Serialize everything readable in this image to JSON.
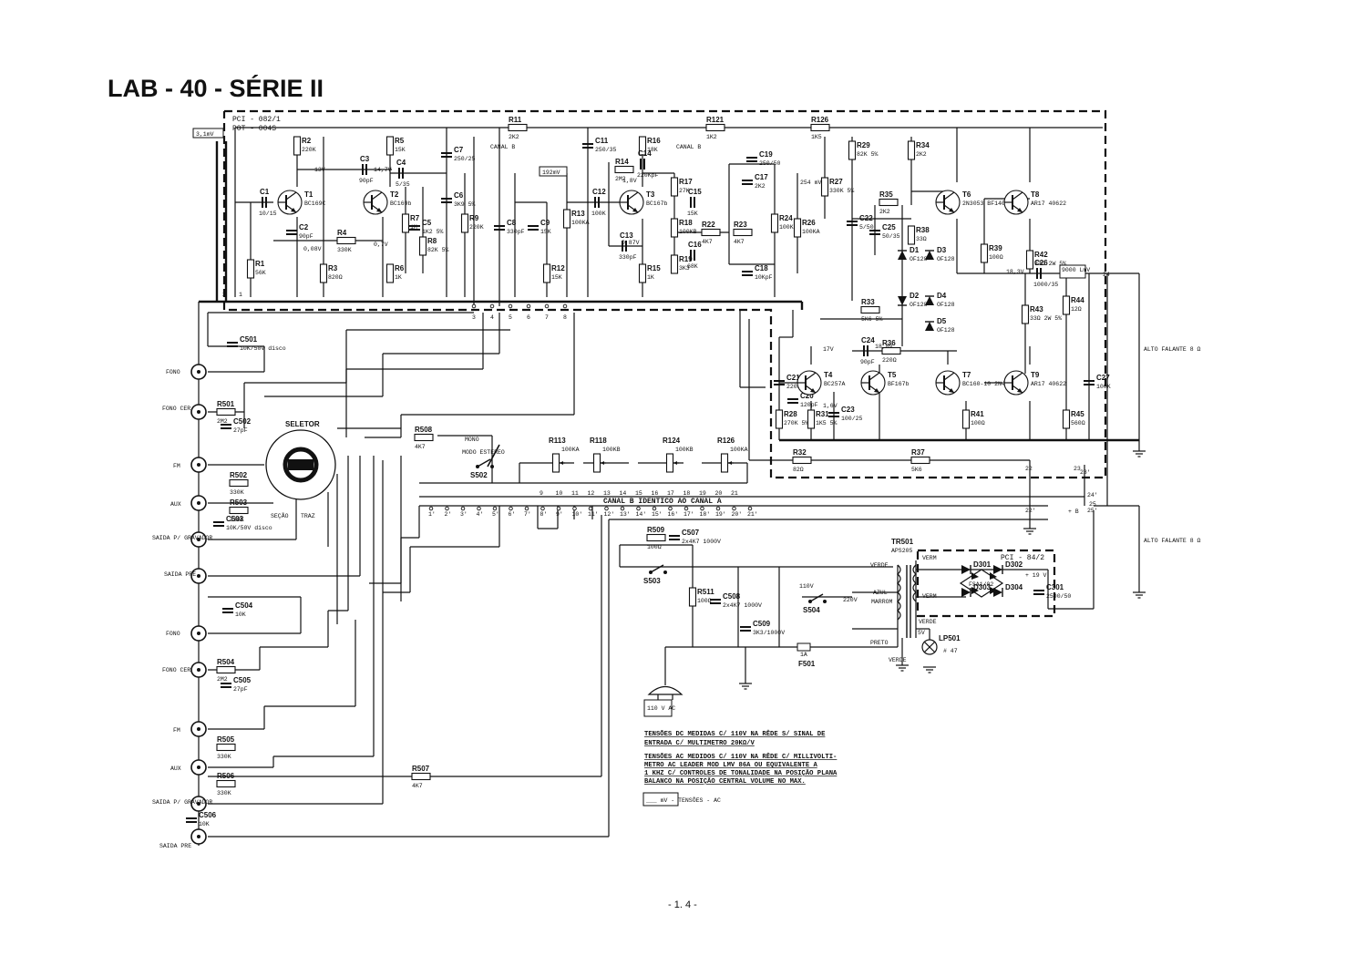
{
  "title": "LAB - 40 - SÉRIE II",
  "page_number": "- 1. 4 -",
  "boards": {
    "main": "PCI - 082/1",
    "pot": "POT - 004S",
    "psu": "PCI - 84/2"
  },
  "labels": {
    "input_level": "3,1mV",
    "level_pot": "192mV",
    "level_vol": "254 mV",
    "level_out": "9000 LmV",
    "channel_b_1": "CANAL B",
    "channel_b_2": "CANAL B",
    "channel_b_identical": "CANAL  B  IDENTICO  AO  CANAL  A",
    "selector": "SELETOR",
    "section": "SEÇÃO",
    "rear": "TRAZ",
    "mono": "MONO",
    "mode_stereo": "MODO ESTEREO",
    "speaker_1": "ALTO FALANTE 8 Ω",
    "speaker_2": "ALTO FALANTE 8 Ω",
    "mains": "110 V AC",
    "volt_110": "110V",
    "volt_220": "220V",
    "azul": "AZUL",
    "marrom": "MARROM",
    "preto": "PRETO",
    "verde_1": "VERDE",
    "verde_2": "VERDE",
    "verde_3": "VERDE",
    "verm_1": "VERM",
    "verm_2": "VERM",
    "plus_19v": "+ 19 V",
    "lamp_v": "5V",
    "lamp_no": "# 47"
  },
  "inputs_a": [
    "FONO",
    "FONO CER",
    "FM",
    "AUX",
    "SAIDA P/ GRAVADOR",
    "SAIDA PRE"
  ],
  "inputs_b": [
    "FONO",
    "FONO CER",
    "FM",
    "AUX",
    "SAIDA P/ GRAVADOR",
    "SAIDA PRE"
  ],
  "notes": {
    "dc": "TENSÕES  DC  MEDIDAS  C/ 110V  NA  RÊDE  S/ SINAL  DE ENTRADA  C/ MULTIMETRO  20KΩ/V",
    "ac": "TENSÕES  AC  MEDIDOS  C/ 110V  NA  RÊDE  C/ MILLIVOLTI- METRO  AC  LEADER  MOD  LMV 86A  OU  EQUIVALENTE  A 1 KHZ  C/ CONTROLES  DE  TONALIDADE  NA  POSIÇÃO  PLANA BALANCO  NA  POSIÇÃO  CENTRAL  VOLUME  NO  MAX.",
    "legend": "___ mV - TENSÕES - AC"
  },
  "transistors": [
    {
      "ref": "T1",
      "type": "BC169C"
    },
    {
      "ref": "T2",
      "type": "BC169b"
    },
    {
      "ref": "T3",
      "type": "BC167b"
    },
    {
      "ref": "T4",
      "type": "BC257A"
    },
    {
      "ref": "T5",
      "type": "BF167b"
    },
    {
      "ref": "T6",
      "type": "2N3053 BF140-10"
    },
    {
      "ref": "T7",
      "type": "BC160-10 2N4037"
    },
    {
      "ref": "T8",
      "type": "AR17 40622"
    },
    {
      "ref": "T9",
      "type": "AR17 40622"
    }
  ],
  "resistors": [
    {
      "ref": "R1",
      "value": "56K"
    },
    {
      "ref": "R2",
      "value": "220K"
    },
    {
      "ref": "R3",
      "value": "820Ω"
    },
    {
      "ref": "R4",
      "value": "330K"
    },
    {
      "ref": "R5",
      "value": "15K"
    },
    {
      "ref": "R6",
      "value": "1K"
    },
    {
      "ref": "R7",
      "value": "1M"
    },
    {
      "ref": "R8",
      "value": "82K 5%"
    },
    {
      "ref": "R9",
      "value": "220K"
    },
    {
      "ref": "R11",
      "value": "2K2"
    },
    {
      "ref": "R12",
      "value": "15K"
    },
    {
      "ref": "R13",
      "value": "100KA"
    },
    {
      "ref": "R14",
      "value": "2M2"
    },
    {
      "ref": "R15",
      "value": "1K"
    },
    {
      "ref": "R16",
      "value": "18K"
    },
    {
      "ref": "R17",
      "value": "27K"
    },
    {
      "ref": "R18",
      "value": "100KB"
    },
    {
      "ref": "R19",
      "value": "3K3"
    },
    {
      "ref": "R22",
      "value": "4K7"
    },
    {
      "ref": "R23",
      "value": "4K7"
    },
    {
      "ref": "R24",
      "value": "100KB"
    },
    {
      "ref": "R26",
      "value": "100KA"
    },
    {
      "ref": "R27",
      "value": "330K 5%"
    },
    {
      "ref": "R28",
      "value": "270K 5%"
    },
    {
      "ref": "R29",
      "value": "82K 5%"
    },
    {
      "ref": "R31",
      "value": "1K5 5%"
    },
    {
      "ref": "R32",
      "value": "82Ω"
    },
    {
      "ref": "R33",
      "value": "5K6 5%"
    },
    {
      "ref": "R34",
      "value": "2K2"
    },
    {
      "ref": "R35",
      "value": "2K2"
    },
    {
      "ref": "R36",
      "value": "220Ω"
    },
    {
      "ref": "R37",
      "value": "5K6"
    },
    {
      "ref": "R38",
      "value": "33Ω"
    },
    {
      "ref": "R39",
      "value": "100Ω"
    },
    {
      "ref": "R41",
      "value": "100Ω"
    },
    {
      "ref": "R42",
      "value": "33Ω 2W 5%"
    },
    {
      "ref": "R43",
      "value": "33Ω 2W 5%"
    },
    {
      "ref": "R44",
      "value": "12Ω"
    },
    {
      "ref": "R45",
      "value": "560Ω"
    },
    {
      "ref": "R121",
      "value": "1K2"
    },
    {
      "ref": "R126",
      "value": "1K5"
    },
    {
      "ref": "R501",
      "value": "2M2"
    },
    {
      "ref": "R502",
      "value": "330K"
    },
    {
      "ref": "R503",
      "value": "330K"
    },
    {
      "ref": "R504",
      "value": "2M2"
    },
    {
      "ref": "R505",
      "value": "330K"
    },
    {
      "ref": "R506",
      "value": "330K"
    },
    {
      "ref": "R507",
      "value": "4K7"
    },
    {
      "ref": "R508",
      "value": "4K7"
    },
    {
      "ref": "R509",
      "value": "100Ω"
    },
    {
      "ref": "R511",
      "value": "100Ω"
    }
  ],
  "capacitors": [
    {
      "ref": "C1",
      "value": "10/15"
    },
    {
      "ref": "C2",
      "value": "90pF"
    },
    {
      "ref": "C3",
      "value": "90pF"
    },
    {
      "ref": "C4",
      "value": "5/35"
    },
    {
      "ref": "C5",
      "value": "1K2 5%"
    },
    {
      "ref": "C6",
      "value": "3K9 5%"
    },
    {
      "ref": "C7",
      "value": "250/25"
    },
    {
      "ref": "C8",
      "value": "330pF"
    },
    {
      "ref": "C9",
      "value": "15K"
    },
    {
      "ref": "C11",
      "value": "250/35"
    },
    {
      "ref": "C12",
      "value": "100K"
    },
    {
      "ref": "C13",
      "value": "330pF"
    },
    {
      "ref": "C14",
      "value": "220KpF"
    },
    {
      "ref": "C15",
      "value": "15K"
    },
    {
      "ref": "C16",
      "value": "68K"
    },
    {
      "ref": "C17",
      "value": "2K2"
    },
    {
      "ref": "C18",
      "value": "10KpF"
    },
    {
      "ref": "C19",
      "value": "250/50"
    },
    {
      "ref": "C20",
      "value": "120pF"
    },
    {
      "ref": "C21",
      "value": "220K"
    },
    {
      "ref": "C22",
      "value": "5/50"
    },
    {
      "ref": "C23",
      "value": "100/25"
    },
    {
      "ref": "C24",
      "value": "90pF"
    },
    {
      "ref": "C25",
      "value": "50/35"
    },
    {
      "ref": "C26",
      "value": "1000/35"
    },
    {
      "ref": "C27",
      "value": "100K"
    },
    {
      "ref": "C501",
      "value": "10K/50V disco"
    },
    {
      "ref": "C502",
      "value": "27pF"
    },
    {
      "ref": "C503",
      "value": "10K/50V disco"
    },
    {
      "ref": "C504",
      "value": "10K"
    },
    {
      "ref": "C505",
      "value": "27pF"
    },
    {
      "ref": "C506",
      "value": "10K"
    },
    {
      "ref": "C507",
      "value": "2x4K7 1000V"
    },
    {
      "ref": "C508",
      "value": "2x4K7 1000V"
    },
    {
      "ref": "C509",
      "value": "3K3/1000V"
    },
    {
      "ref": "C301",
      "value": "2500/50"
    }
  ],
  "diodes": [
    {
      "ref": "D1",
      "type": "OF128"
    },
    {
      "ref": "D2",
      "type": "OF128"
    },
    {
      "ref": "D3",
      "type": "OF128"
    },
    {
      "ref": "D4",
      "type": "OF128"
    },
    {
      "ref": "D5",
      "type": "OF128"
    },
    {
      "ref": "D301"
    },
    {
      "ref": "D302"
    },
    {
      "ref": "D303"
    },
    {
      "ref": "D304"
    }
  ],
  "bridge": "FSA1/02",
  "pots": [
    {
      "ref": "R113",
      "value": "100KA"
    },
    {
      "ref": "R118",
      "value": "100KB"
    },
    {
      "ref": "R124",
      "value": "100KB"
    },
    {
      "ref": "R126",
      "value": "100KA"
    }
  ],
  "switches": [
    "S502",
    "S503",
    "S504"
  ],
  "transformer": {
    "ref": "TR501",
    "type": "APS205"
  },
  "fuse": {
    "ref": "F501",
    "value": "1A"
  },
  "lamp": "LP501",
  "voltages": [
    "13V",
    "14,7V",
    "0,08V",
    "0,7V",
    "1,8V",
    "0,87V",
    "18,3V",
    "18,8V",
    "17V",
    "1,6V"
  ],
  "pins_top": [
    "3",
    "4",
    "5",
    "6",
    "7",
    "8"
  ],
  "pins_pot": [
    "9",
    "10",
    "11",
    "12",
    "13",
    "14",
    "15",
    "16",
    "17",
    "18",
    "19",
    "20",
    "21"
  ],
  "pins_bot": [
    "1'",
    "2'",
    "3'",
    "4'",
    "5'",
    "6'",
    "7'",
    "8'",
    "9'",
    "10'",
    "11'",
    "12'",
    "13'",
    "14'",
    "15'",
    "16'",
    "17'",
    "18'",
    "19'",
    "20'",
    "21'"
  ],
  "pins_out": [
    "22",
    "23",
    "24",
    "25",
    "22'",
    "23'",
    "24'",
    "25'",
    "2",
    "1"
  ],
  "supply": "+ B"
}
